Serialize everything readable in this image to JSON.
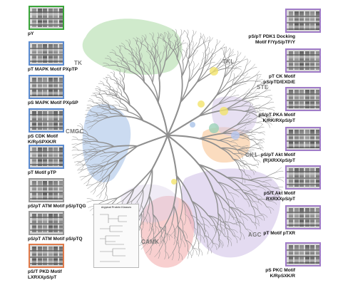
{
  "families": [
    {
      "name": "TK",
      "color": "#a9d9a2"
    },
    {
      "name": "TKL",
      "color": "#d9d9d9"
    },
    {
      "name": "STE",
      "color": "#d3c6e8"
    },
    {
      "name": "CMGC",
      "color": "#a9c3e8"
    },
    {
      "name": "CK1",
      "color": "#f7c08a"
    },
    {
      "name": "AGC",
      "color": "#cdbde5"
    },
    {
      "name": "CAMK",
      "color": "#f2a8a8"
    }
  ],
  "left_panels": [
    {
      "label": "pY",
      "border": "#3aa63a"
    },
    {
      "label": "pT MAPK Motif PXpTP",
      "border": "#5b8bd0"
    },
    {
      "label": "pS MAPK Motif PXpSP",
      "border": "#5b8bd0"
    },
    {
      "label": "pS CDK Motif\nK/RpSPXK/R",
      "border": "#5b8bd0"
    },
    {
      "label": "pT Motif pTP",
      "border": "#5b8bd0"
    },
    {
      "label": "pS/pT ATM Motif pS/pTQG",
      "border": "#9a9a9a"
    },
    {
      "label": "pS/pT ATM Motif pS/pTQ",
      "border": "#9a9a9a"
    },
    {
      "label": "pS/T PKD Motif\nLXRXXpS/pT",
      "border": "#e07a4a"
    }
  ],
  "right_panels": [
    {
      "label": "pS/pT PDK1 Docking\nMotif F/YpS/pTF/Y",
      "border": "#a07cc8"
    },
    {
      "label": "pT CK Motif\npS/pTD/EXD/E",
      "border": "#a07cc8"
    },
    {
      "label": "pS/pT PKA Motif\nK/RK/RXpS/pT",
      "border": "#a07cc8"
    },
    {
      "label": "pS/pT Akt Motif\n(R)XRXXpS/pT",
      "border": "#a07cc8"
    },
    {
      "label": "pS/T Akt Motif\nRXRXXpS/pT",
      "border": "#a07cc8"
    },
    {
      "label": "pT Motif pTXR",
      "border": "#a07cc8"
    },
    {
      "label": "pS PKC Motif\nK/RpSXK/R",
      "border": "#a07cc8"
    }
  ],
  "legend_title": "Atypical Protein Kinases"
}
